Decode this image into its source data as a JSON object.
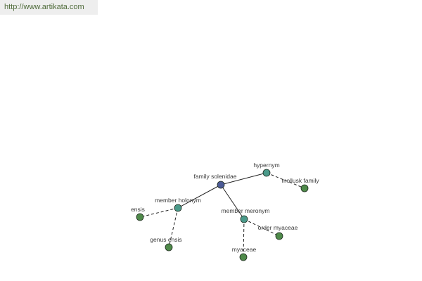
{
  "header": {
    "url": "http://www.artikata.com"
  },
  "diagram": {
    "colors": {
      "root": "#4c5a96",
      "relation": "#4a9a8a",
      "leaf": "#4f8a4a",
      "edge": "#222222",
      "label": "#3a3a3a"
    },
    "nodes": [
      {
        "id": "family-solenidae",
        "label": "family solenidae",
        "kind": "root"
      },
      {
        "id": "hypernym",
        "label": "hypernym",
        "kind": "relation"
      },
      {
        "id": "member-holonym",
        "label": "member holonym",
        "kind": "relation"
      },
      {
        "id": "member-meronym",
        "label": "member meronym",
        "kind": "relation"
      },
      {
        "id": "mollusk-family",
        "label": "mollusk family",
        "kind": "leaf"
      },
      {
        "id": "ensis",
        "label": "ensis",
        "kind": "leaf"
      },
      {
        "id": "genus-ensis",
        "label": "genus ensis",
        "kind": "leaf"
      },
      {
        "id": "order-myaceae",
        "label": "order myaceae",
        "kind": "leaf"
      },
      {
        "id": "myaceae",
        "label": "myaceae",
        "kind": "leaf"
      }
    ],
    "edges": [
      {
        "from": "family-solenidae",
        "to": "hypernym",
        "style": "solid"
      },
      {
        "from": "family-solenidae",
        "to": "member-holonym",
        "style": "solid"
      },
      {
        "from": "family-solenidae",
        "to": "member-meronym",
        "style": "solid"
      },
      {
        "from": "hypernym",
        "to": "mollusk-family",
        "style": "dashed"
      },
      {
        "from": "member-holonym",
        "to": "ensis",
        "style": "dashed"
      },
      {
        "from": "member-holonym",
        "to": "genus-ensis",
        "style": "dashed"
      },
      {
        "from": "member-meronym",
        "to": "order-myaceae",
        "style": "dashed"
      },
      {
        "from": "member-meronym",
        "to": "myaceae",
        "style": "dashed"
      }
    ]
  }
}
